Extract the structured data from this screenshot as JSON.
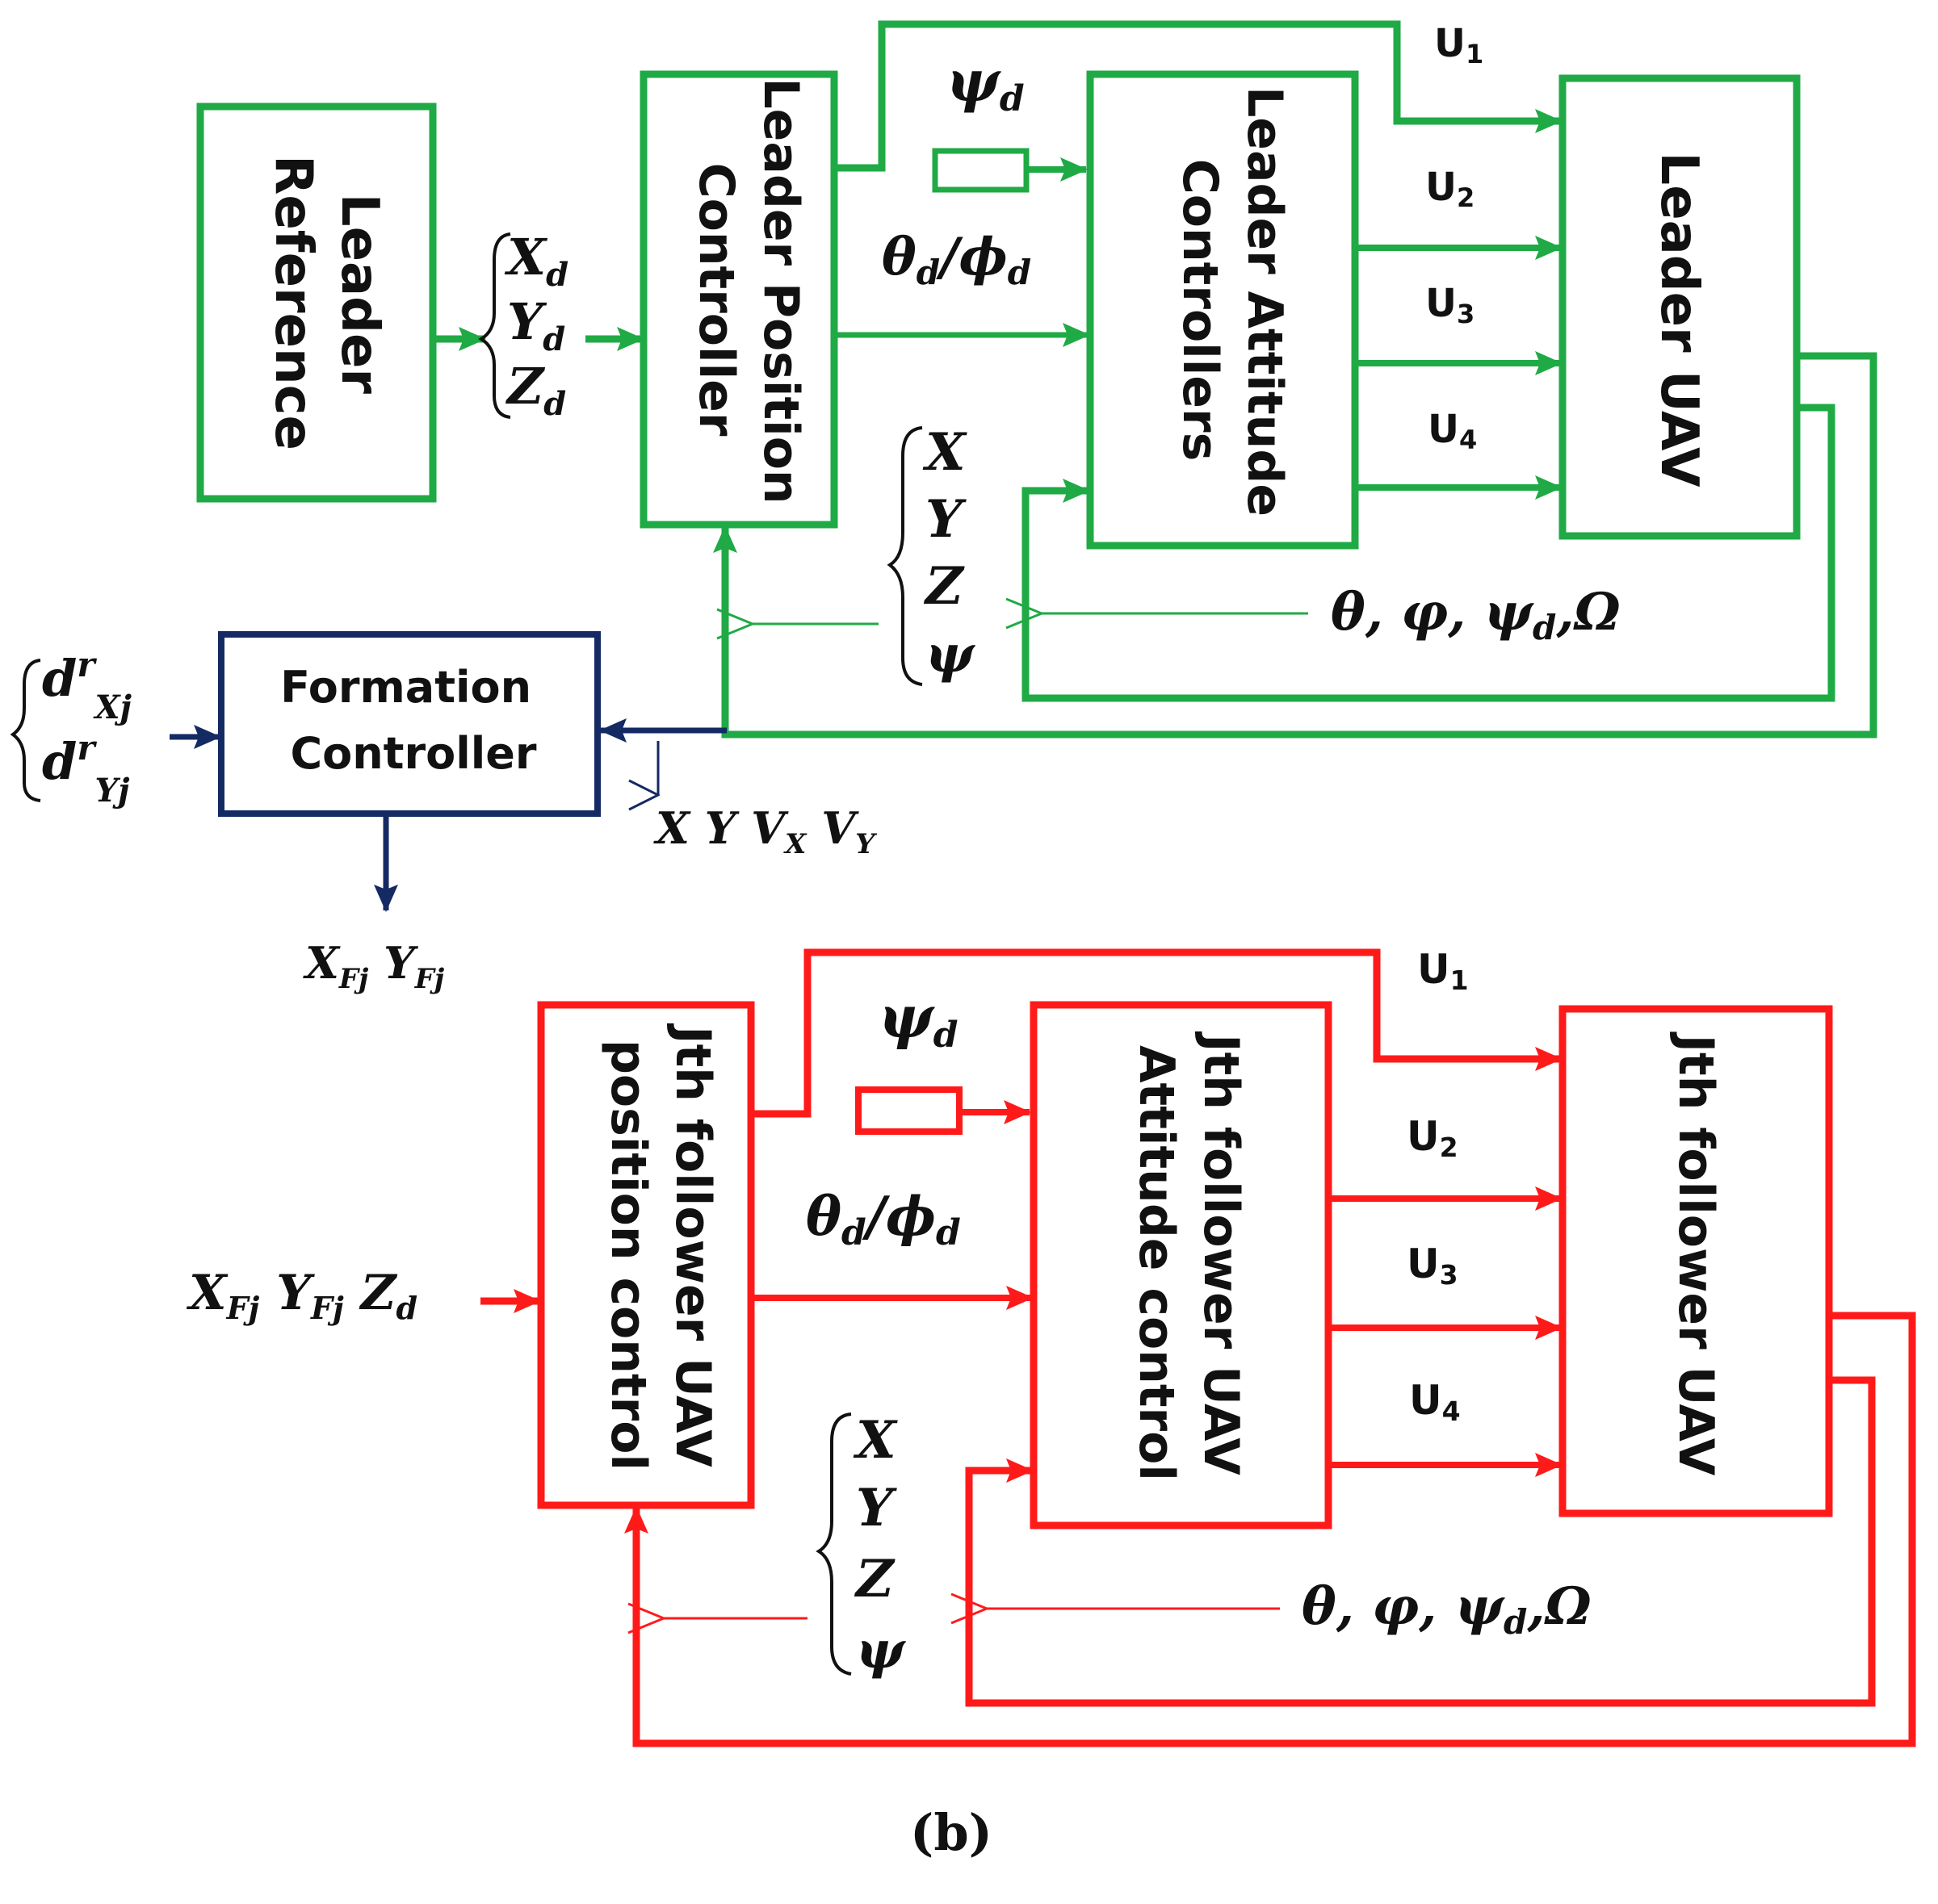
{
  "leader": {
    "reference": [
      "Leader",
      "Reference"
    ],
    "position_controller": [
      "Leader Position",
      "Controller"
    ],
    "attitude_controllers": [
      "Leader Attitude",
      "Controllers"
    ],
    "uav": "Leader UAV",
    "inputs_xyz": [
      "X",
      "Y",
      "Z"
    ],
    "inputs_sub": "d",
    "psi_d": "ψ",
    "theta_phi": "θ",
    "theta_phi_mid": "/ϕ",
    "feedback_vars": [
      "X",
      "Y",
      "Z",
      "ψ"
    ],
    "attitude_feedback": "θ, φ, ψ",
    "attitude_feedback_end": ",Ω",
    "u_labels": [
      "U",
      "U",
      "U",
      "U"
    ],
    "u_subs": [
      "1",
      "2",
      "3",
      "4"
    ],
    "color": "#1faa45"
  },
  "formation": {
    "controller": [
      "Formation",
      "Controller"
    ],
    "inputs": [
      "d",
      "d"
    ],
    "input_sup": "r",
    "input_subs": [
      "Xj",
      "Yj"
    ],
    "state_x": "X",
    "state_y": "Y",
    "state_v": "V",
    "state_v_subs": [
      "X",
      "Y"
    ],
    "output_x": "X",
    "output_y": "Y",
    "output_sub": "Fj",
    "color": "#142a63"
  },
  "follower": {
    "position_control": [
      "Jth follower UAV",
      "position control"
    ],
    "attitude_control": [
      "Jth follower UAV",
      "Attitude control"
    ],
    "uav": "Jth follower UAV",
    "input_x": "X",
    "input_y": "Y",
    "input_z": "Z",
    "input_sub_f": "Fj",
    "input_sub_d": "d",
    "psi_d": "ψ",
    "theta_phi": "θ",
    "theta_phi_mid": "/ϕ",
    "feedback_vars": [
      "X",
      "Y",
      "Z",
      "ψ"
    ],
    "attitude_feedback": "θ, φ, ψ",
    "attitude_feedback_end": ",Ω",
    "u_labels": [
      "U",
      "U",
      "U",
      "U"
    ],
    "u_subs": [
      "1",
      "2",
      "3",
      "4"
    ],
    "color": "#ff1a1a"
  },
  "caption": "(b)"
}
